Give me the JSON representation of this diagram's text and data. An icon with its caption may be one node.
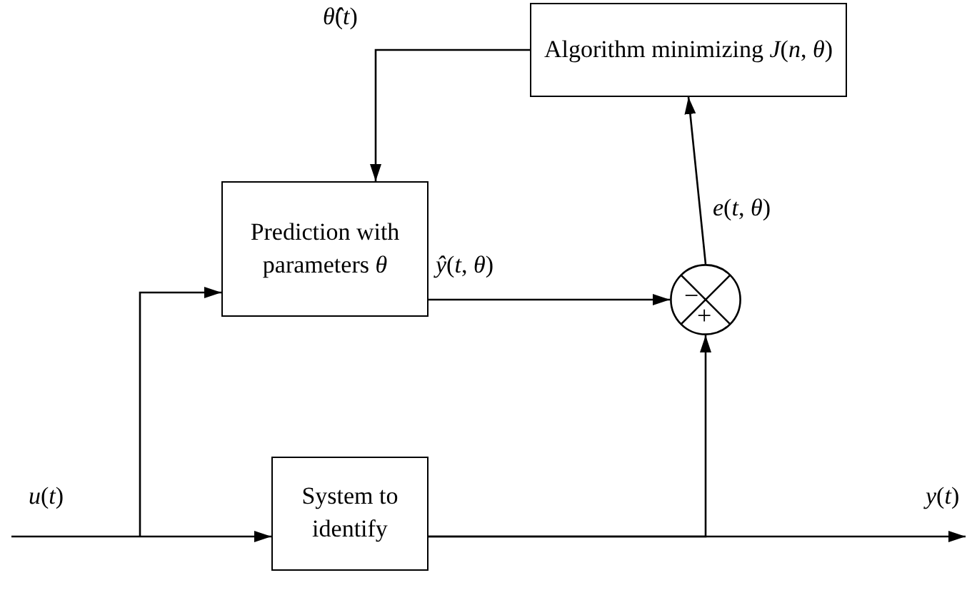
{
  "diagram": {
    "nodes": [
      {
        "text": [
          "Algorithm minimizing *J*(*n*, *θ*)"
        ]
      },
      {
        "text": [
          "Prediction with parameters *θ*"
        ]
      },
      {
        "text": [
          "−",
          "+"
        ]
      },
      {
        "text": [
          "System to identify"
        ]
      }
    ],
    "edges": [
      {
        "from": null,
        "to": 3,
        "arrow": "to",
        "label": "*u*(*t*)"
      },
      {
        "from": null,
        "to": 1,
        "arrow": "to"
      },
      {
        "from": 3,
        "to": null,
        "arrow": "to",
        "label": "*y*(*t*)"
      },
      {
        "from": 3,
        "to": 2,
        "arrow": "to"
      },
      {
        "from": 1,
        "to": 2,
        "arrow": "to",
        "label": "*ŷ*(*t*, *θ*)"
      },
      {
        "from": 2,
        "to": 0,
        "arrow": "to",
        "label": "*e*(*t*, *θ*)"
      },
      {
        "from": 0,
        "to": 1,
        "arrow": "to",
        "label": "*θ̂*(*t*)"
      }
    ]
  }
}
